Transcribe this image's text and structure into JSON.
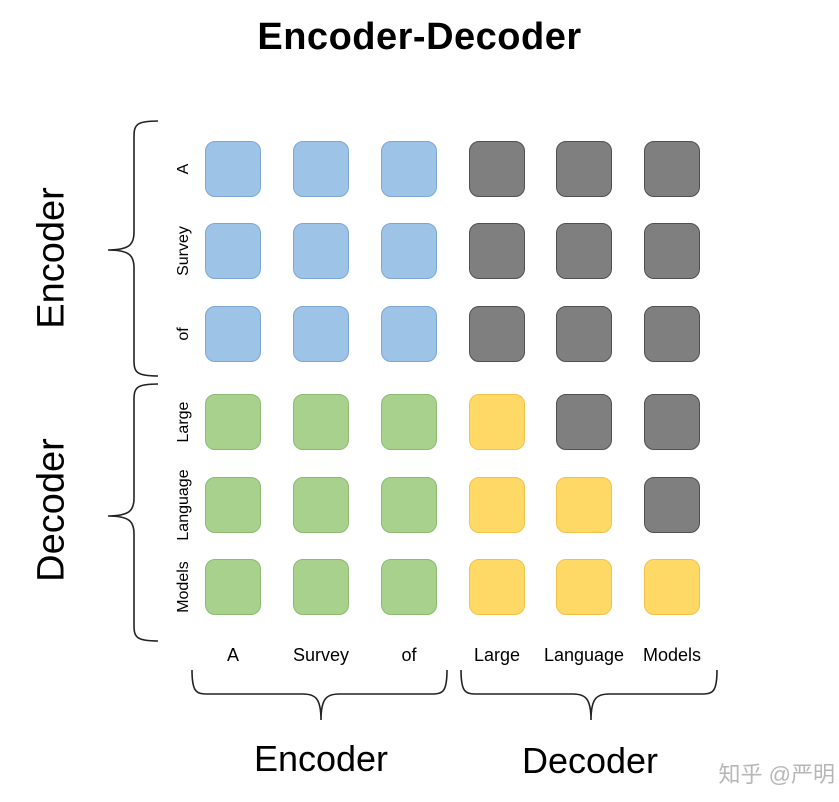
{
  "title": "Encoder-Decoder",
  "side_groups": {
    "top": "Encoder",
    "bottom": "Decoder"
  },
  "bottom_groups": {
    "left": "Encoder",
    "right": "Decoder"
  },
  "row_tokens": [
    "A",
    "Survey",
    "of",
    "Large",
    "Language",
    "Models"
  ],
  "col_tokens": [
    "A",
    "Survey",
    "of",
    "Large",
    "Language",
    "Models"
  ],
  "matrix": [
    [
      "encoder",
      "encoder",
      "encoder",
      "masked",
      "masked",
      "masked"
    ],
    [
      "encoder",
      "encoder",
      "encoder",
      "masked",
      "masked",
      "masked"
    ],
    [
      "encoder",
      "encoder",
      "encoder",
      "masked",
      "masked",
      "masked"
    ],
    [
      "decoder-cross",
      "decoder-cross",
      "decoder-cross",
      "decoder-self",
      "masked",
      "masked"
    ],
    [
      "decoder-cross",
      "decoder-cross",
      "decoder-cross",
      "decoder-self",
      "decoder-self",
      "masked"
    ],
    [
      "decoder-cross",
      "decoder-cross",
      "decoder-cross",
      "decoder-self",
      "decoder-self",
      "decoder-self"
    ]
  ],
  "colors": {
    "encoder": "#9dc3e6",
    "decoder-cross": "#a9d18e",
    "decoder-self": "#ffd966",
    "masked": "#7f7f7f"
  },
  "watermark": "知乎 @严明"
}
